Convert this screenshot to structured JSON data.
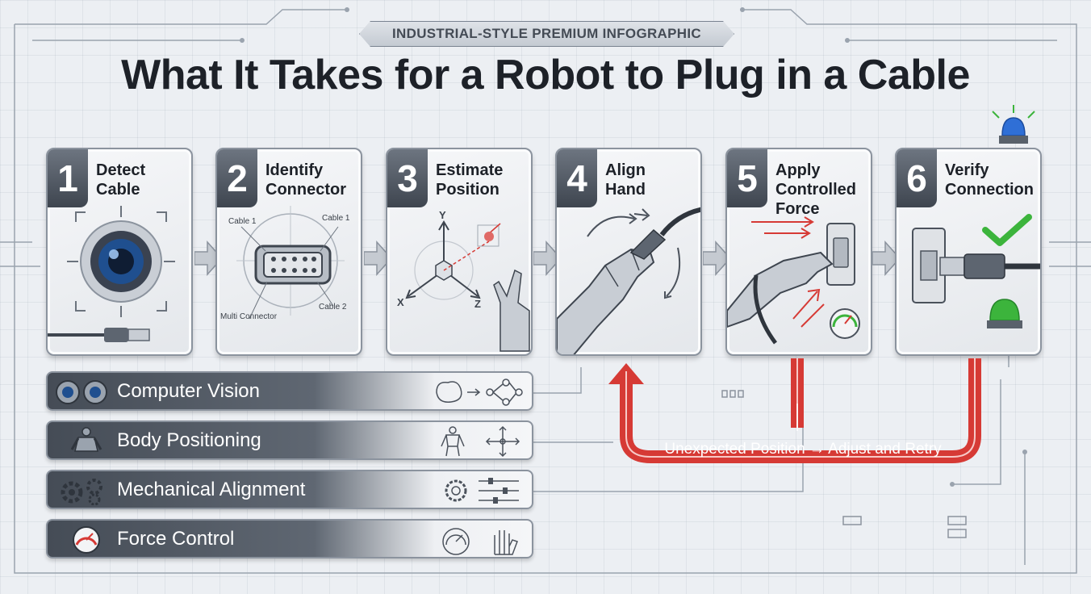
{
  "subtitle": "INDUSTRIAL-STYLE PREMIUM INFOGRAPHIC",
  "title": "What It Takes for a Robot to Plug in a Cable",
  "steps": [
    {
      "number": "1",
      "line1": "Detect",
      "line2": "Cable",
      "line3": ""
    },
    {
      "number": "2",
      "line1": "Identify",
      "line2": "Connector",
      "line3": ""
    },
    {
      "number": "3",
      "line1": "Estimate",
      "line2": "Position",
      "line3": ""
    },
    {
      "number": "4",
      "line1": "Align",
      "line2": "Hand",
      "line3": ""
    },
    {
      "number": "5",
      "line1": "Apply",
      "line2": "Controlled",
      "line3": "Force"
    },
    {
      "number": "6",
      "line1": "Verify",
      "line2": "Connection",
      "line3": ""
    }
  ],
  "connector_labels": {
    "top_left": "Cable 1",
    "top_right": "Cable 1",
    "bottom_left": "Multi Connector",
    "bottom_right": "Cable 2"
  },
  "axes": {
    "x": "X",
    "y": "Y",
    "z": "Z"
  },
  "capabilities": [
    {
      "label": "Computer Vision",
      "icon": "eyes-icon"
    },
    {
      "label": "Body Positioning",
      "icon": "robot-body-icon"
    },
    {
      "label": "Mechanical Alignment",
      "icon": "gears-icon"
    },
    {
      "label": "Force Control",
      "icon": "gauge-icon"
    }
  ],
  "feedback_loop": {
    "label": "Unexpected Position → Adjust and Retry"
  },
  "colors": {
    "accent_red": "#d63a35",
    "success_green": "#3cb43c",
    "status_blue": "#2f6fd6",
    "panel_dark": "#454c56"
  }
}
